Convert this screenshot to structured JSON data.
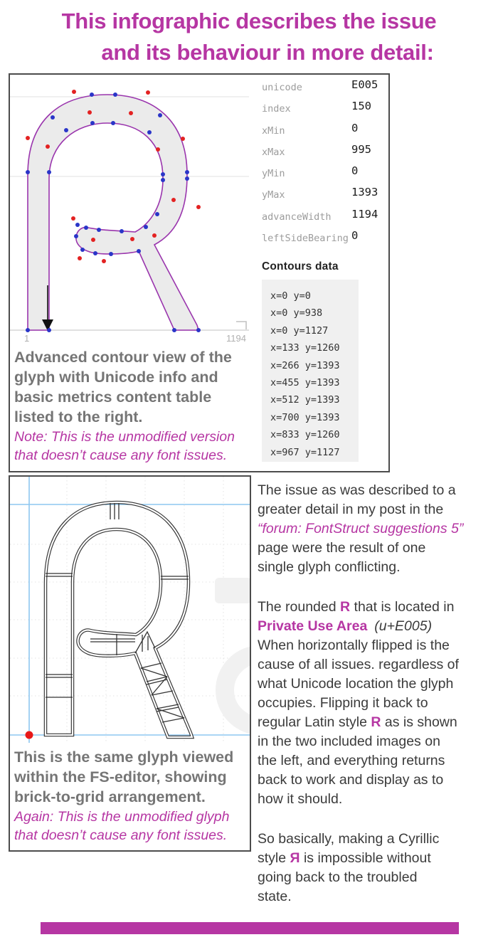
{
  "accent_color": "#b636a3",
  "contour_color": "#9a35ad",
  "title": {
    "line1": "This infographic describes the issue",
    "line2": "and its behaviour in more detail:"
  },
  "panel1": {
    "metrics": [
      {
        "label": "unicode",
        "value": "E005"
      },
      {
        "label": "index",
        "value": "150"
      },
      {
        "label": "xMin",
        "value": "0"
      },
      {
        "label": "xMax",
        "value": "995"
      },
      {
        "label": "yMin",
        "value": "0"
      },
      {
        "label": "yMax",
        "value": "1393"
      },
      {
        "label": "advanceWidth",
        "value": "1194"
      },
      {
        "label": "leftSideBearing",
        "value": "0"
      }
    ],
    "contours_heading": "Contours data",
    "contours": [
      "x=0 y=0",
      "x=0 y=938",
      "x=0 y=1127",
      "x=133 y=1260",
      "x=266 y=1393",
      "x=455 y=1393",
      "x=512 y=1393",
      "x=700 y=1393",
      "x=833 y=1260",
      "x=967 y=1127"
    ],
    "axis": {
      "left": "1",
      "right": "1194"
    },
    "caption": [
      "Advanced contour view of the",
      "glyph with Unicode info and",
      "basic metrics content table",
      "listed to the right."
    ],
    "note": [
      "Note: This is the unmodified version",
      "that doesn’t cause any font issues."
    ]
  },
  "panel2": {
    "caption": [
      "This is the same glyph viewed",
      "within the FS-editor, showing",
      "brick-to-grid arrangement."
    ],
    "note": [
      "Again: This is the unmodified glyph",
      "that doesn’t cause any font issues."
    ]
  },
  "right_column": {
    "p1": [
      [
        {
          "t": "The issue as was described to a"
        }
      ],
      [
        {
          "t": "greater detail in my post in the"
        }
      ],
      [
        {
          "t": "“forum: FontStruct suggestions 5”",
          "k": "accent-italic"
        }
      ],
      [
        {
          "t": "page were the result of one"
        }
      ],
      [
        {
          "t": "single glyph conflicting."
        }
      ]
    ],
    "p2": [
      [
        {
          "t": "The rounded "
        },
        {
          "t": "R",
          "k": "accent"
        },
        {
          "t": " that is located in"
        }
      ],
      [
        {
          "t": "Private Use Area",
          "k": "accent"
        },
        {
          "t": "(u+E005)",
          "k": "italic gap"
        }
      ],
      [
        {
          "t": "When horizontally flipped is the"
        }
      ],
      [
        {
          "t": "cause of all issues. regardless of"
        }
      ],
      [
        {
          "t": "what Unicode location the glyph"
        }
      ],
      [
        {
          "t": "occupies. Flipping it back to"
        }
      ],
      [
        {
          "t": "regular Latin style "
        },
        {
          "t": "R",
          "k": "accent"
        },
        {
          "t": " as is shown"
        }
      ],
      [
        {
          "t": "in the two included images on"
        }
      ],
      [
        {
          "t": "the left, and everything returns"
        }
      ],
      [
        {
          "t": "back to work and display as to"
        }
      ],
      [
        {
          "t": "how it should."
        }
      ]
    ],
    "p3": [
      [
        {
          "t": "So basically, making a Cyrillic"
        }
      ],
      [
        {
          "t": "style "
        },
        {
          "t": "Я",
          "k": "accent"
        },
        {
          "t": " is impossible without"
        }
      ],
      [
        {
          "t": "going back to the troubled"
        }
      ],
      [
        {
          "t": "state."
        }
      ]
    ]
  }
}
